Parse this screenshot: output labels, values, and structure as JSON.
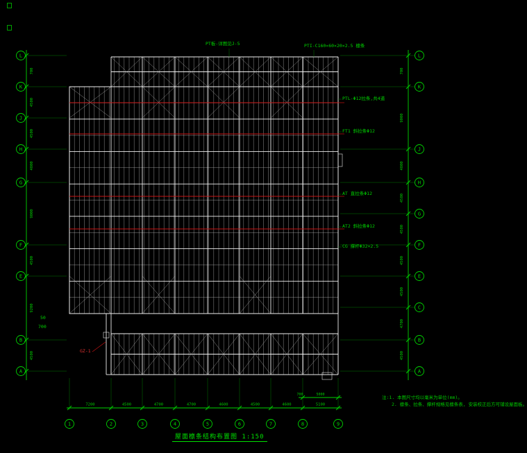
{
  "app": {
    "background": "#000000",
    "accent_green": "#00d400",
    "accent_red": "#c81414",
    "line_color": "#c9c9c9"
  },
  "title": {
    "text": "屋面檩条结构布置图 1:150"
  },
  "notes": {
    "line1": "注:1. 本图尺寸均以毫米为单位(mm)。",
    "line2": "2. 檩条、拉条、撑杆规格见檩条表, 安装校正后方可铺设屋面板。"
  },
  "axes": {
    "left": {
      "labels": [
        "L",
        "K",
        "J",
        "H",
        "G",
        "F",
        "E",
        "B",
        "A"
      ]
    },
    "right": {
      "labels": [
        "L",
        "K",
        "J",
        "H",
        "G",
        "F",
        "E",
        "C",
        "B",
        "A"
      ]
    },
    "bottom": {
      "labels": [
        "1",
        "2",
        "3",
        "4",
        "5",
        "6",
        "7",
        "8",
        "9"
      ]
    }
  },
  "dimensions": {
    "bottom": [
      "7200",
      "4500",
      "4700",
      "4700",
      "4600",
      "4500",
      "4600",
      "5100"
    ],
    "sub_bottom": [
      "5000",
      "700"
    ],
    "left": [
      "700",
      "4500",
      "4500",
      "4800",
      "9000",
      "4500",
      "9200",
      "4500"
    ],
    "right": [
      "700",
      "9000",
      "4800",
      "4500",
      "4500",
      "4500",
      "4500",
      "4700",
      "4500"
    ]
  },
  "annotations": {
    "top1": {
      "text": "PT板-详图见J-5"
    },
    "top2": {
      "text": "PTI-C160×60×20×2.5 檩条"
    },
    "right1": {
      "text": "PTL-Φ12拉条,共4道"
    },
    "right2": {
      "text": "FT1 斜拉条Φ12"
    },
    "right3": {
      "text": "AT 直拉条Φ12"
    },
    "right4": {
      "text": "AT2 斜拉条Φ12"
    },
    "right5": {
      "text": "CG 撑杆Φ32×2.5"
    },
    "left_dim1": {
      "text": "50"
    },
    "left_dim2": {
      "text": "700"
    },
    "gz": {
      "text": "GZ-1"
    }
  }
}
